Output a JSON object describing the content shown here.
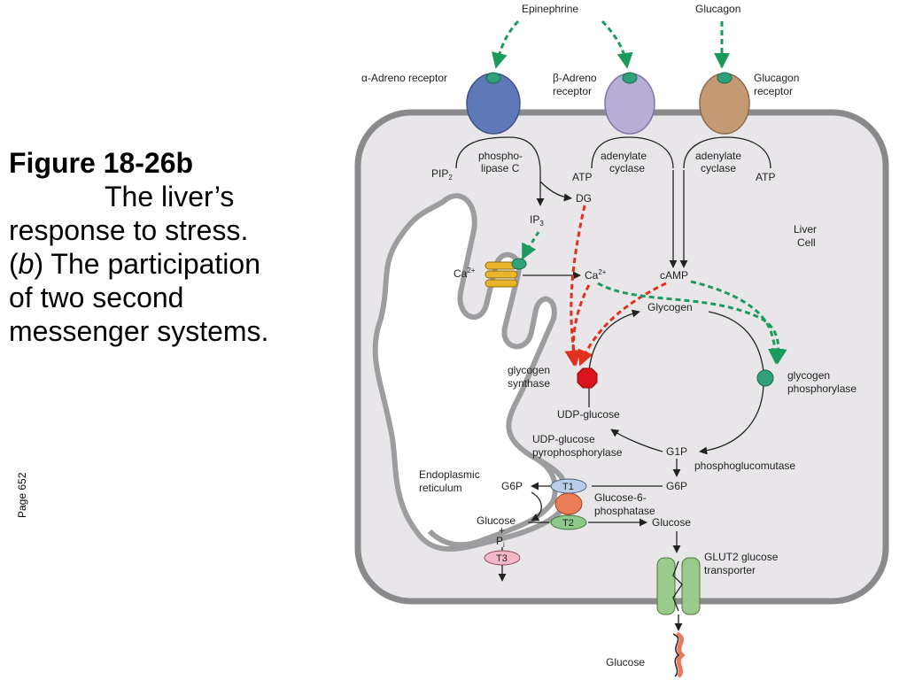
{
  "caption": {
    "title": "Figure 18-26b",
    "line1": "The liver’s",
    "line2": "response to stress.",
    "line3_open": "(",
    "line3_italic": "b",
    "line3_rest": ") The participation",
    "line4": "of two second",
    "line5": "messenger systems."
  },
  "page_note": "Page 652",
  "diagram": {
    "hormones": {
      "epinephrine": "Epinephrine",
      "glucagon": "Glucagon"
    },
    "receptors": {
      "alpha": "α-Adreno receptor",
      "beta_1": "β-Adreno",
      "beta_2": "receptor",
      "glucagon_1": "Glucagon",
      "glucagon_2": "receptor"
    },
    "enzymes": {
      "plc_1": "phospho-",
      "plc_2": "lipase C",
      "ac1_1": "adenylate",
      "ac1_2": "cyclase",
      "ac2_1": "adenylate",
      "ac2_2": "cyclase"
    },
    "molecules": {
      "pip2": "PIP",
      "pip2_sub": "2",
      "atp1": "ATP",
      "atp2": "ATP",
      "dg": "DG",
      "ip3": "IP",
      "ip3_sub": "3",
      "ca_er": "Ca",
      "ca_er_sup": "2+",
      "ca_cyto": "Ca",
      "ca_cyto_sup": "2+",
      "camp": "cAMP",
      "glycogen": "Glycogen",
      "udp_glucose": "UDP-glucose",
      "g1p": "G1P",
      "g6p_cyto": "G6P",
      "g6p_er": "G6P",
      "glucose_er": "Glucose",
      "glucose_cyto": "Glucose",
      "glucose_out": "Glucose",
      "plus": "+",
      "pi": "P",
      "pi_sub": "i"
    },
    "labels": {
      "liver_1": "Liver",
      "liver_2": "Cell",
      "glycogen_synthase_1": "glycogen",
      "glycogen_synthase_2": "synthase",
      "glycogen_phosphorylase_1": "glycogen",
      "glycogen_phosphorylase_2": "phosphorylase",
      "udp_ppase_1": "UDP-glucose",
      "udp_ppase_2": "pyrophosphorylase",
      "phosphoglucomutase": "phosphoglucomutase",
      "er_1": "Endoplasmic",
      "er_2": "reticulum",
      "g6pase_1": "Glucose-6-",
      "g6pase_2": "phosphatase",
      "glut2_1": "GLUT2 glucose",
      "glut2_2": "transporter",
      "t1": "T1",
      "t2": "T2",
      "t3": "T3"
    },
    "colors": {
      "activation_green": "#1b9a5e",
      "inhibition_red": "#e0301e",
      "alpha_receptor": "#5f78b8",
      "beta_receptor": "#b7aed6",
      "glucagon_receptor": "#c49a74",
      "cell_fill": "#e9e6ea",
      "cell_border": "#8a8a8c"
    }
  }
}
